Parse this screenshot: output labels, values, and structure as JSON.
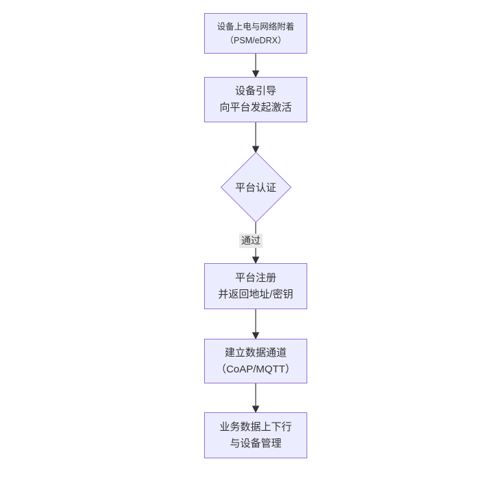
{
  "colors": {
    "nodeFill": "#ECECFF",
    "nodeBorder": "#9370DB",
    "text": "#333333",
    "edge": "#333333",
    "labelBg": "#e8e8e8",
    "canvasBg": "#ffffff"
  },
  "diagram": {
    "type": "flowchart-vertical",
    "nodes": [
      {
        "id": "A",
        "shape": "rect",
        "lines": [
          "设备上电与网络附着",
          "（PSM/eDRX）"
        ]
      },
      {
        "id": "B",
        "shape": "rect",
        "lines": [
          "设备引导",
          "向平台发起激活"
        ]
      },
      {
        "id": "C",
        "shape": "diamond",
        "lines": [
          "平台认证"
        ]
      },
      {
        "id": "D",
        "shape": "rect",
        "lines": [
          "平台注册",
          "并返回地址/密钥"
        ]
      },
      {
        "id": "E",
        "shape": "rect",
        "lines": [
          "建立数据通道",
          "（CoAP/MQTT）"
        ]
      },
      {
        "id": "F",
        "shape": "rect",
        "lines": [
          "业务数据上下行",
          "与设备管理"
        ]
      }
    ],
    "edges": [
      {
        "from": "A",
        "to": "B",
        "label": ""
      },
      {
        "from": "B",
        "to": "C",
        "label": ""
      },
      {
        "from": "C",
        "to": "D",
        "label": "通过"
      },
      {
        "from": "D",
        "to": "E",
        "label": ""
      },
      {
        "from": "E",
        "to": "F",
        "label": ""
      }
    ]
  }
}
